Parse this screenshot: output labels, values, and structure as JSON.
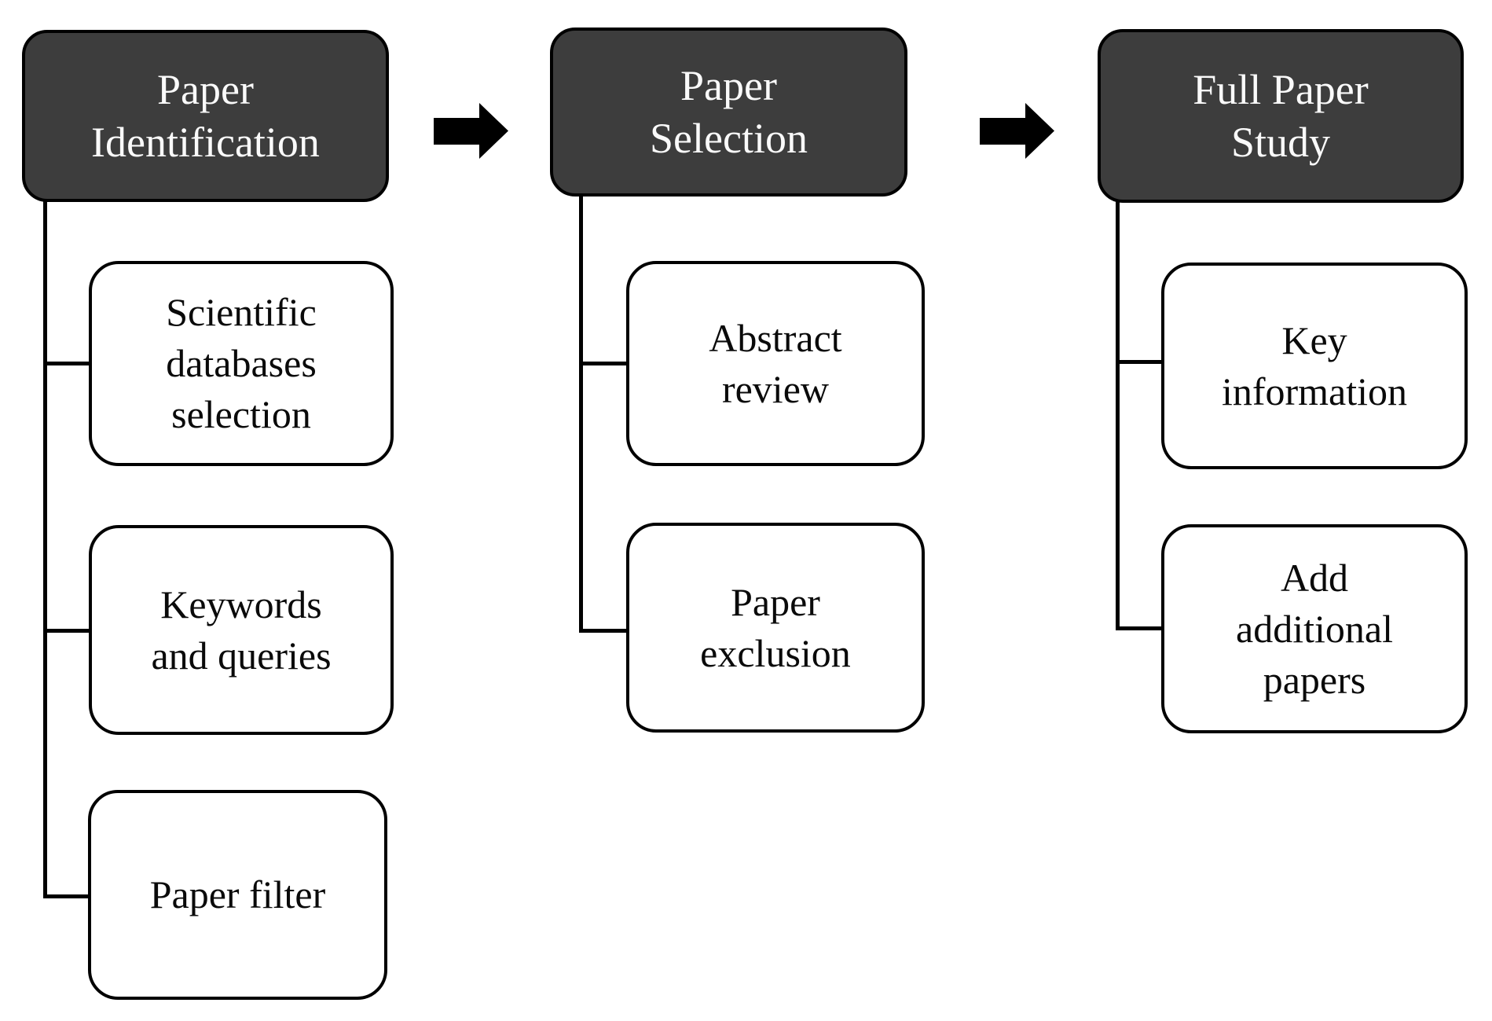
{
  "diagram": {
    "type": "flowchart",
    "colors": {
      "header_bg": "#3d3d3d",
      "header_text": "#fafafa",
      "box_bg": "#ffffff",
      "box_text": "#0a0a0a",
      "border": "#000000",
      "arrow": "#000000",
      "connector": "#000000"
    },
    "icons": {
      "flow_arrow": "right-block-arrow"
    },
    "stages": [
      {
        "header": "Paper\nIdentification",
        "substeps": [
          {
            "label": "Scientific\ndatabases\nselection"
          },
          {
            "label": "Keywords\nand queries"
          },
          {
            "label": "Paper filter"
          }
        ]
      },
      {
        "header": "Paper\nSelection",
        "substeps": [
          {
            "label": "Abstract\nreview"
          },
          {
            "label": "Paper\nexclusion"
          }
        ]
      },
      {
        "header": "Full Paper\nStudy",
        "substeps": [
          {
            "label": "Key\ninformation"
          },
          {
            "label": "Add\nadditional\npapers"
          }
        ]
      }
    ]
  }
}
